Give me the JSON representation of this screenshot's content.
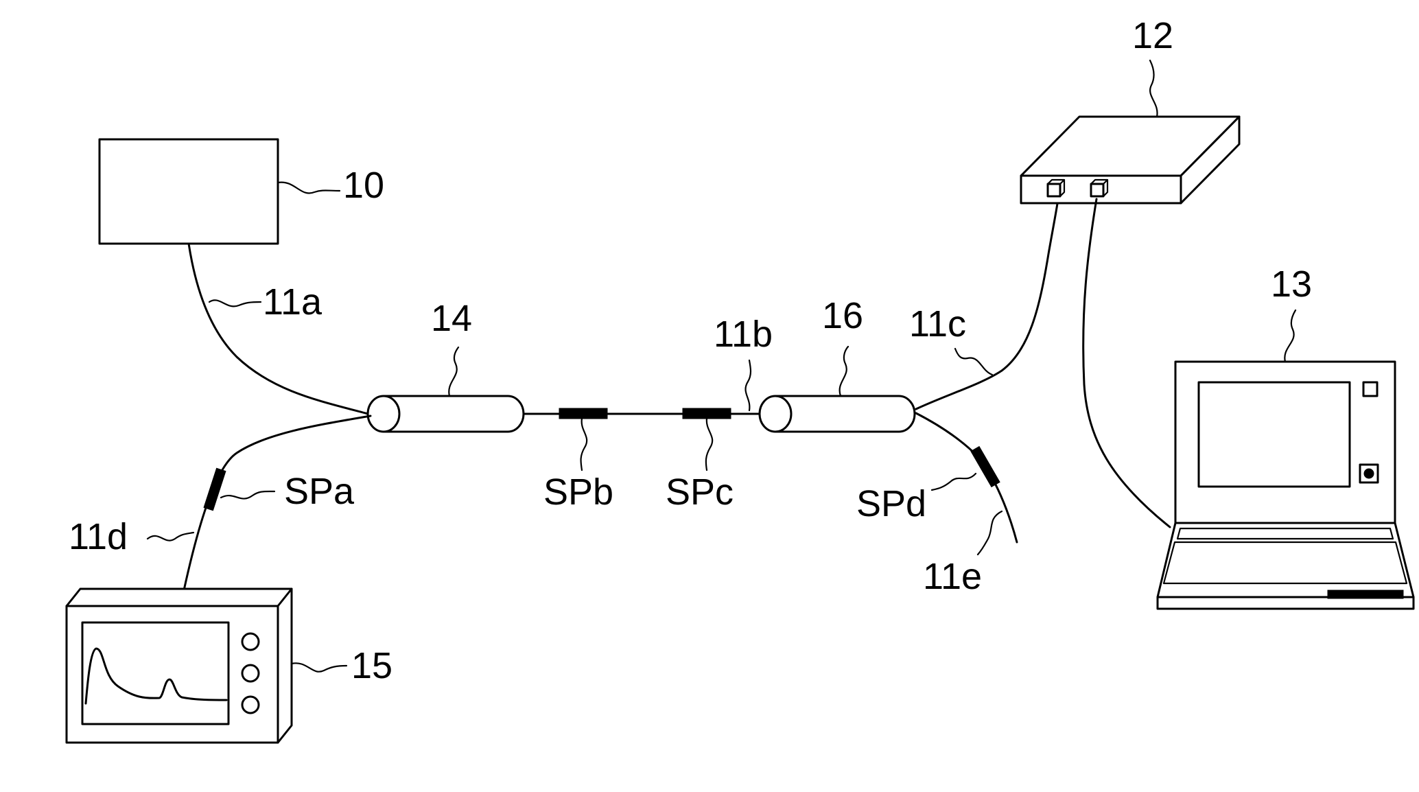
{
  "labels": {
    "device_10": "10",
    "device_12": "12",
    "device_13": "13",
    "device_14": "14",
    "device_15": "15",
    "device_16": "16",
    "fiber_11a": "11a",
    "fiber_11b": "11b",
    "fiber_11c": "11c",
    "fiber_11d": "11d",
    "fiber_11e": "11e",
    "splice_a": "SPa",
    "splice_b": "SPb",
    "splice_c": "SPc",
    "splice_d": "SPd"
  }
}
